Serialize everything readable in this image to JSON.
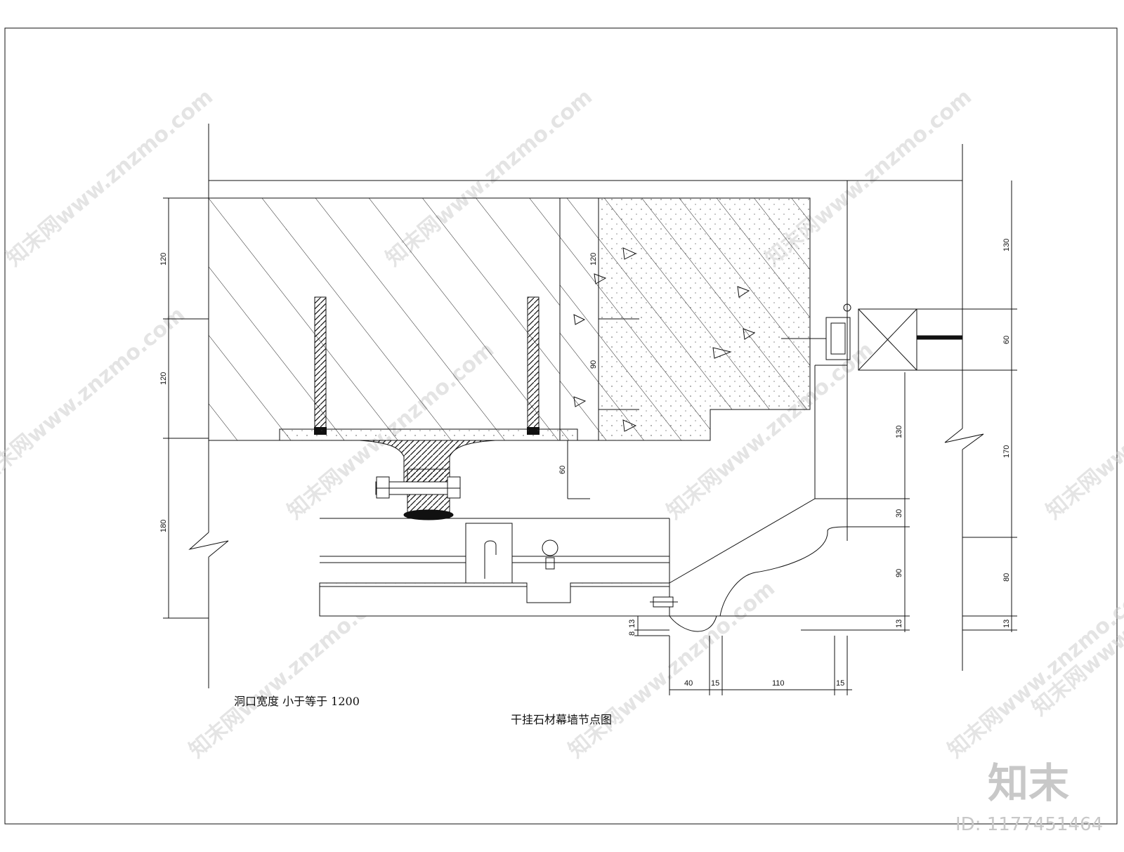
{
  "drawing": {
    "title": "干挂石材幕墙节点图",
    "note": "洞口宽度 小于等于 1200"
  },
  "dimensions": {
    "left": [
      "120",
      "120",
      "180"
    ],
    "inner": [
      "120",
      "90",
      "60"
    ],
    "right_inner": [
      "130",
      "30",
      "90",
      "13"
    ],
    "right_outer": [
      "130",
      "60",
      "170",
      "80",
      "13"
    ],
    "bottom": [
      "40",
      "15",
      "110",
      "15"
    ],
    "small": [
      "8",
      "13"
    ]
  },
  "watermark": {
    "text": "知末网www.znzmo.com",
    "brand": "知末",
    "id": "ID: 1177451464"
  }
}
